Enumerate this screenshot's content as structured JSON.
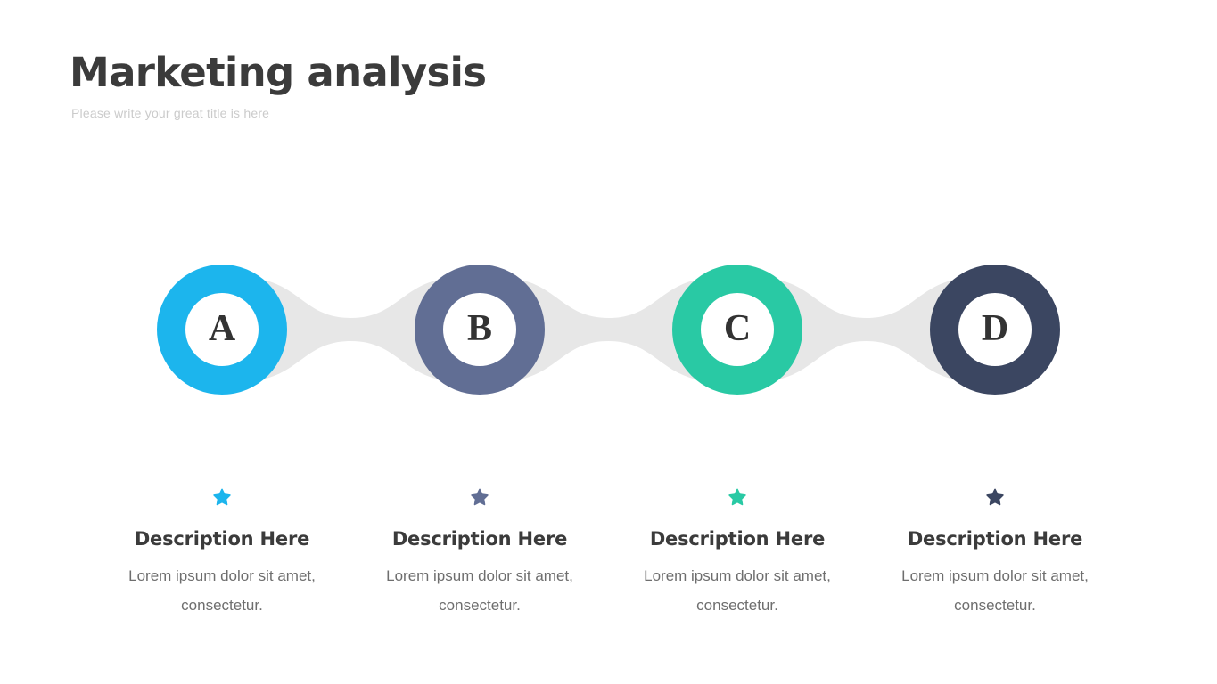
{
  "slide": {
    "title": "Marketing analysis",
    "subtitle": "Please write your great title is here",
    "background_color": "#ffffff",
    "title_color": "#3b3b3b",
    "subtitle_color": "#cbcbcb",
    "connector_color": "#e7e7e7"
  },
  "steps": [
    {
      "letter": "A",
      "color": "#1cb5ed",
      "star_icon": "star-icon",
      "title": "Description Here",
      "body": "Lorem ipsum dolor sit amet, consectetur."
    },
    {
      "letter": "B",
      "color": "#616e94",
      "star_icon": "star-icon",
      "title": "Description Here",
      "body": "Lorem ipsum dolor sit amet, consectetur."
    },
    {
      "letter": "C",
      "color": "#29c9a4",
      "star_icon": "star-icon",
      "title": "Description Here",
      "body": "Lorem ipsum dolor sit amet, consectetur."
    },
    {
      "letter": "D",
      "color": "#3b4661",
      "star_icon": "star-icon",
      "title": "Description Here",
      "body": "Lorem ipsum dolor sit amet, consectetur."
    }
  ]
}
